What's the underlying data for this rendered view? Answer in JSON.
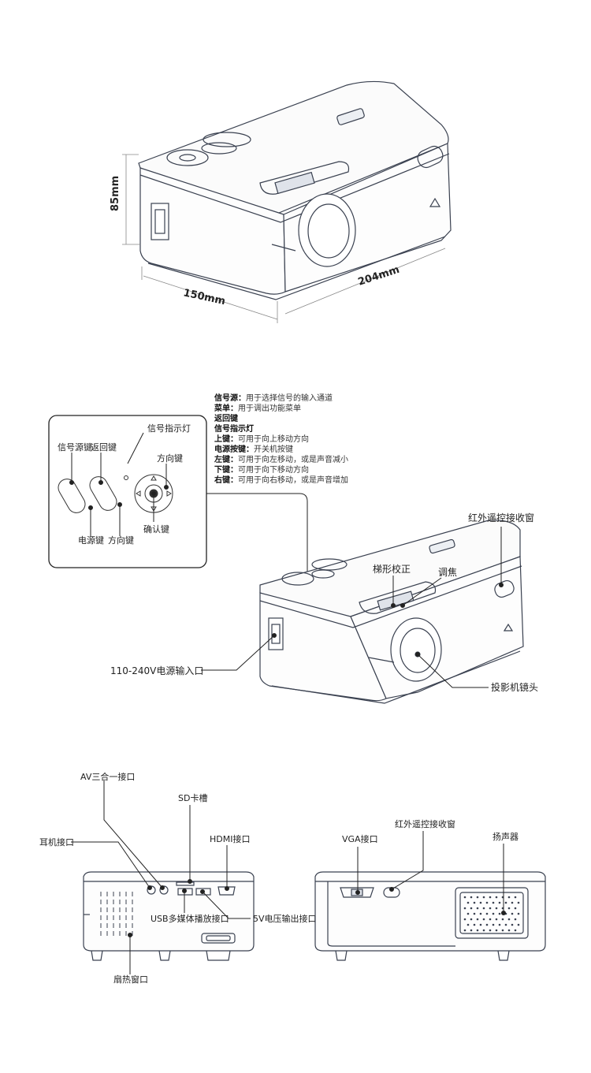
{
  "dimensions": {
    "height": "85mm",
    "width": "150mm",
    "depth": "204mm"
  },
  "controls_panel": {
    "signal_source_key": "信号源键",
    "return_key": "返回键",
    "signal_indicator": "信号指示灯",
    "direction_key_top": "方向键",
    "power_key": "电源键",
    "direction_key_bottom": "方向键",
    "confirm_key": "确认键"
  },
  "descriptions": [
    {
      "term": "信号源：",
      "text": "用于选择信号的输入通道"
    },
    {
      "term": "菜单：",
      "text": "用于调出功能菜单"
    },
    {
      "term": "返回键",
      "text": ""
    },
    {
      "term": "信号指示灯",
      "text": ""
    },
    {
      "term": "上键：",
      "text": "可用于向上移动方向"
    },
    {
      "term": "电源按键：",
      "text": "开关机按键"
    },
    {
      "term": "左键：",
      "text": "可用于向左移动，或是声音减小"
    },
    {
      "term": "下键：",
      "text": "可用于向下移动方向"
    },
    {
      "term": "右键：",
      "text": "可用于向右移动，或是声音增加"
    }
  ],
  "projector_callouts": {
    "ir_receiver": "红外遥控接收窗",
    "keystone": "梯形校正",
    "focus": "调焦",
    "power_input": "110-240V电源输入口",
    "lens": "投影机镜头"
  },
  "side_left": {
    "av": "AV三合一接口",
    "sd": "SD卡槽",
    "hdmi": "HDMI接口",
    "earphone": "耳机接口",
    "usb": "USB多媒体播放接口",
    "dc5v": "5V电压输出接口",
    "vent": "扇热窗口"
  },
  "side_right": {
    "ir_receiver": "红外遥控接收窗",
    "vga": "VGA接口",
    "speaker": "扬声器"
  }
}
